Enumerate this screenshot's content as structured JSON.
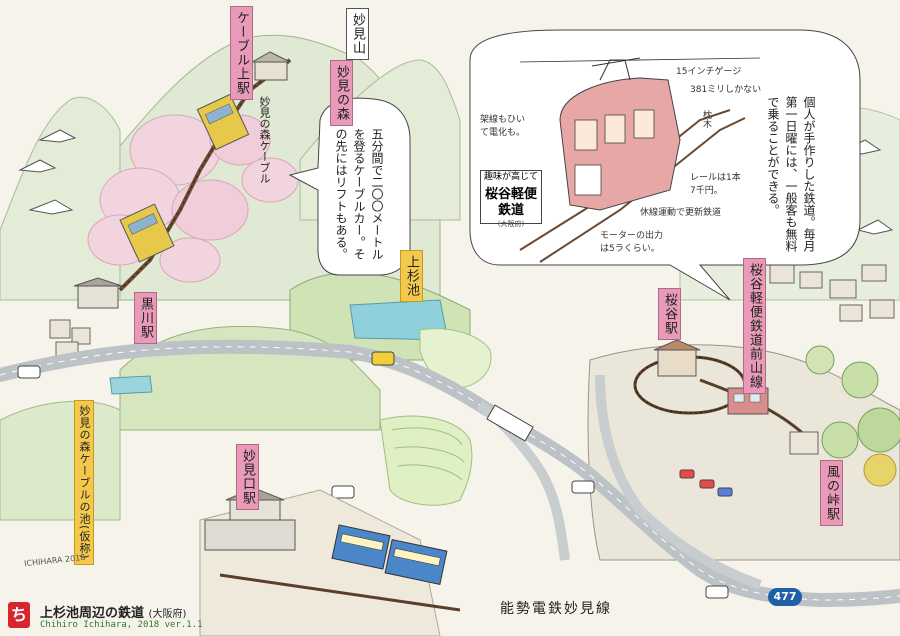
{
  "title": "上杉池周辺の鉄道",
  "region": "(大阪府)",
  "credit": "Chihiro Ichihara, 2018 ver.1.1",
  "signature": "ICHIHARA 2018",
  "logo_glyph": "ち",
  "route_number": "477",
  "rail_line_name": "能勢電鉄妙見線",
  "labels": {
    "cable_upper_station": "ケーブル上駅",
    "myoken_mountain": "妙見山",
    "myoken_forest": "妙見の森",
    "myoken_forest_cable": "妙見の森ケーブル",
    "kurokawa_station": "黒川駅",
    "uesugi_pond": "上杉池",
    "sakuradani_station": "桜谷駅",
    "sakuradani_line": "桜谷軽便鉄道前山線",
    "kazenotouge_station": "風の峠駅",
    "myokenguchi_station": "妙見口駅",
    "cable_pond": "妙見の森ケーブルの池(仮称)"
  },
  "notes": {
    "cable_note": "五分間で二〇〇メートルを登るケーブルカー。その先にはリフトもある。",
    "railway_note": "個人が手作りした鉄道。毎月第一日曜には、一般客も無料で乗ることができる。"
  },
  "inset": {
    "gauge": "15インチゲージ",
    "height": "381ミリしかない",
    "overhead": "架線もひいて電化も。",
    "sign_title": "桜谷軽便鉄道",
    "sign_sub": "趣味が高じて",
    "sign_region": "(大阪府)",
    "rail": "レールは1本7千円。",
    "sleeper": "枕木",
    "motor": "モーターの出力は5ラくらい。",
    "rest": "休線運動で更新鉄道"
  },
  "colors": {
    "pink_label": "#e89ab8",
    "yellow_label": "#f2c94c",
    "cable_car": "#e6c84a",
    "myoken_train": "#4a86c8",
    "sakuradani_train": "#d98d8d",
    "route_shield": "#1f5fa8"
  }
}
